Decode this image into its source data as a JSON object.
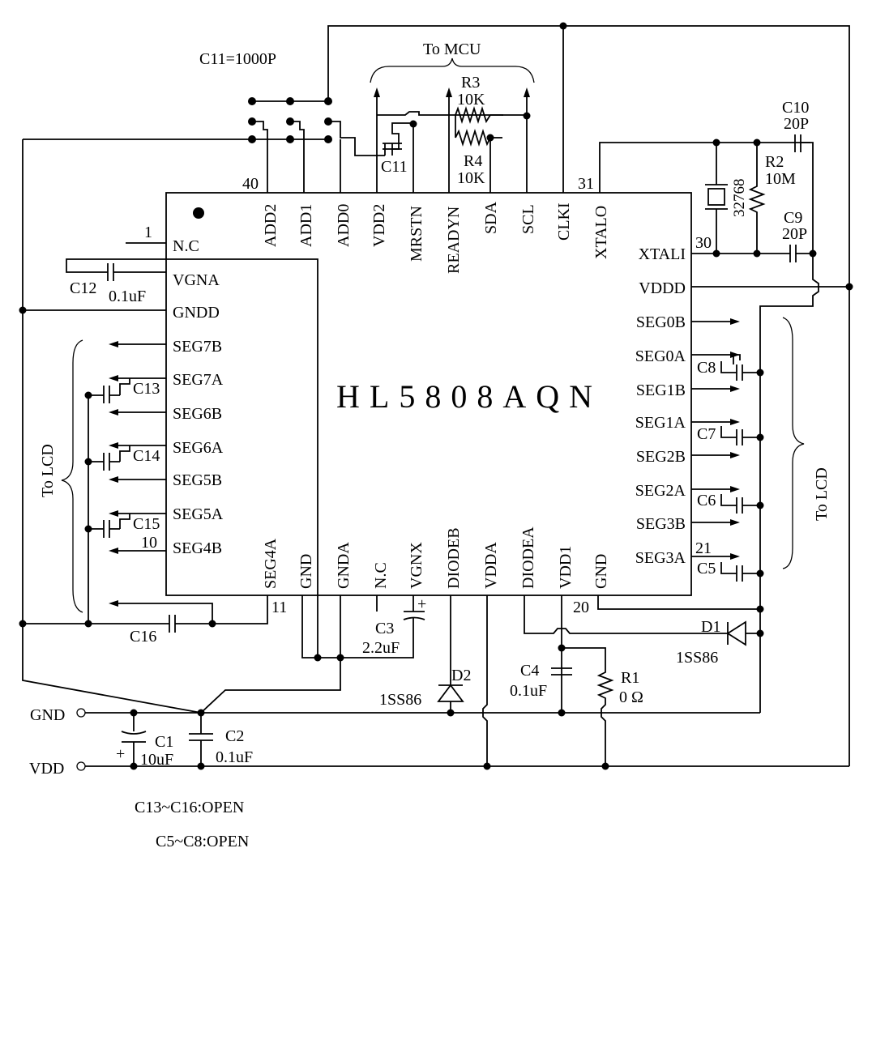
{
  "chip": {
    "name": "HL5808AQN",
    "pin_numbers": {
      "p1": "1",
      "p10": "10",
      "p11": "11",
      "p20": "20",
      "p21": "21",
      "p30": "30",
      "p31": "31",
      "p40": "40"
    },
    "left_pins": [
      "N.C",
      "VGNA",
      "GNDD",
      "SEG7B",
      "SEG7A",
      "SEG6B",
      "SEG6A",
      "SEG5B",
      "SEG5A",
      "SEG4B"
    ],
    "top_pins": [
      "ADD2",
      "ADD1",
      "ADD0",
      "VDD2",
      "MRSTN",
      "READYN",
      "SDA",
      "SCL",
      "CLKI",
      "XTALO"
    ],
    "right_pins": [
      "XTALI",
      "VDDD",
      "SEG0B",
      "SEG0A",
      "SEG1B",
      "SEG1A",
      "SEG2B",
      "SEG2A",
      "SEG3B",
      "SEG3A"
    ],
    "bottom_pins": [
      "SEG4A",
      "GND",
      "GNDA",
      "N.C",
      "VGNX",
      "DIODEB",
      "VDDA",
      "DIODEA",
      "VDD1",
      "GND"
    ]
  },
  "labels": {
    "c11_note": "C11=1000P",
    "to_mcu": "To MCU",
    "to_lcd_left": "To LCD",
    "to_lcd_right": "To LCD",
    "r3": "R3",
    "r3_val": "10K",
    "r4": "R4",
    "r4_val": "10K",
    "c11": "C11",
    "c10": "C10",
    "c10_val": "20P",
    "r2": "R2",
    "r2_val": "10M",
    "crystal": "32768",
    "c9": "C9",
    "c9_val": "20P",
    "c12": "C12",
    "c12_val": "0.1uF",
    "c13": "C13",
    "c14": "C14",
    "c15": "C15",
    "c16": "C16",
    "c5": "C5",
    "c6": "C6",
    "c7": "C7",
    "c8": "C8",
    "d1": "D1",
    "d1_val": "1SS86",
    "d2": "D2",
    "d2_val": "1SS86",
    "c3": "C3",
    "c3_val": "2.2uF",
    "c4": "C4",
    "c4_val": "0.1uF",
    "r1": "R1",
    "r1_val": "0 Ω",
    "c1": "C1",
    "c1_val": "10uF",
    "c2": "C2",
    "c2_val": "0.1uF",
    "gnd": "GND",
    "vdd": "VDD",
    "plus": "+",
    "note1": "C13~C16:OPEN",
    "note2": "C5~C8:OPEN"
  }
}
